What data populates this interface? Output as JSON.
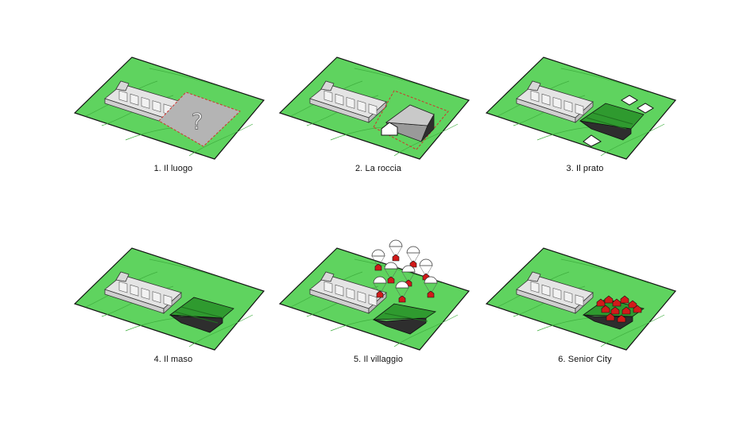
{
  "panels": [
    {
      "id": "luogo",
      "caption": "1. Il luogo"
    },
    {
      "id": "roccia",
      "caption": "2. La roccia"
    },
    {
      "id": "prato",
      "caption": "3. Il prato"
    },
    {
      "id": "maso",
      "caption": "4. Il maso"
    },
    {
      "id": "villaggio",
      "caption": "5. Il villaggio"
    },
    {
      "id": "senior",
      "caption": "6. Senior City"
    }
  ],
  "icons": {
    "question_mark": "?"
  },
  "colors": {
    "meadow": "#5fd35f",
    "contour": "#3fae3f",
    "rock": "#b4b4b4",
    "building": "#e4e4e4",
    "dark": "#2e2e2e",
    "green_roof": "#2f9a2f",
    "houses": "#d11a1a",
    "outline": "#111111",
    "boundary": "#d0342c"
  }
}
